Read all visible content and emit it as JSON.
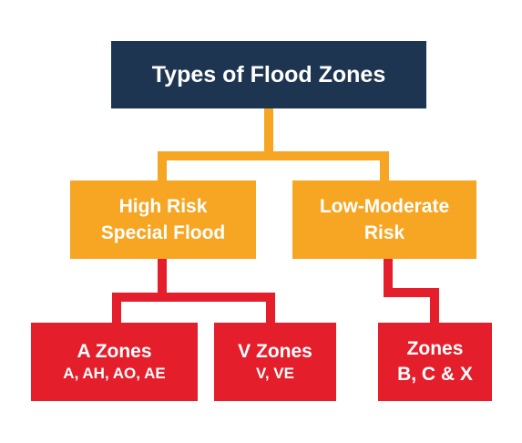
{
  "diagram": {
    "root": {
      "label": "Types of Flood Zones"
    },
    "high_risk": {
      "line1": "High Risk",
      "line2": "Special Flood"
    },
    "low_risk": {
      "line1": "Low-Moderate",
      "line2": "Risk"
    },
    "a_zones": {
      "title": "A Zones",
      "subtitle": "A, AH, AO, AE"
    },
    "v_zones": {
      "title": "V Zones",
      "subtitle": "V, VE"
    },
    "bcx_zones": {
      "title": "Zones",
      "subtitle": "B, C & X"
    }
  },
  "colors": {
    "root": "#1d3550",
    "mid": "#f6a623",
    "leaf": "#e41e2b",
    "connector_orange": "#f6a623",
    "connector_red": "#e41e2b"
  }
}
